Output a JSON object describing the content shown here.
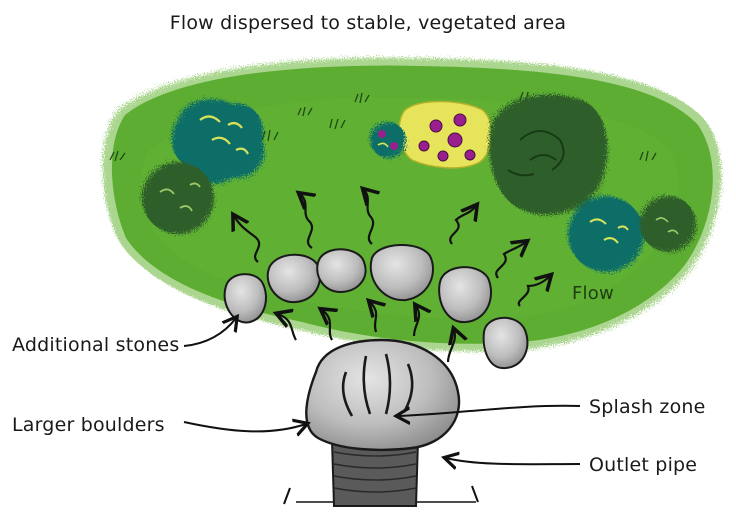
{
  "title": "Flow dispersed to stable, vegetated area",
  "labels": {
    "flow": "Flow",
    "additional_stones": "Additional stones",
    "larger_boulders": "Larger boulders",
    "splash_zone": "Splash zone",
    "outlet_pipe": "Outlet pipe"
  },
  "colors": {
    "grass": "#5dad32",
    "grass_dark": "#3f8c24",
    "shrub_teal": "#0f6e68",
    "shrub_dark": "#2f5e2c",
    "flower_bed": "#e6e45a",
    "flower_purple": "#9a1f8e",
    "stone": "#b9b9b9",
    "pipe": "#555555"
  }
}
